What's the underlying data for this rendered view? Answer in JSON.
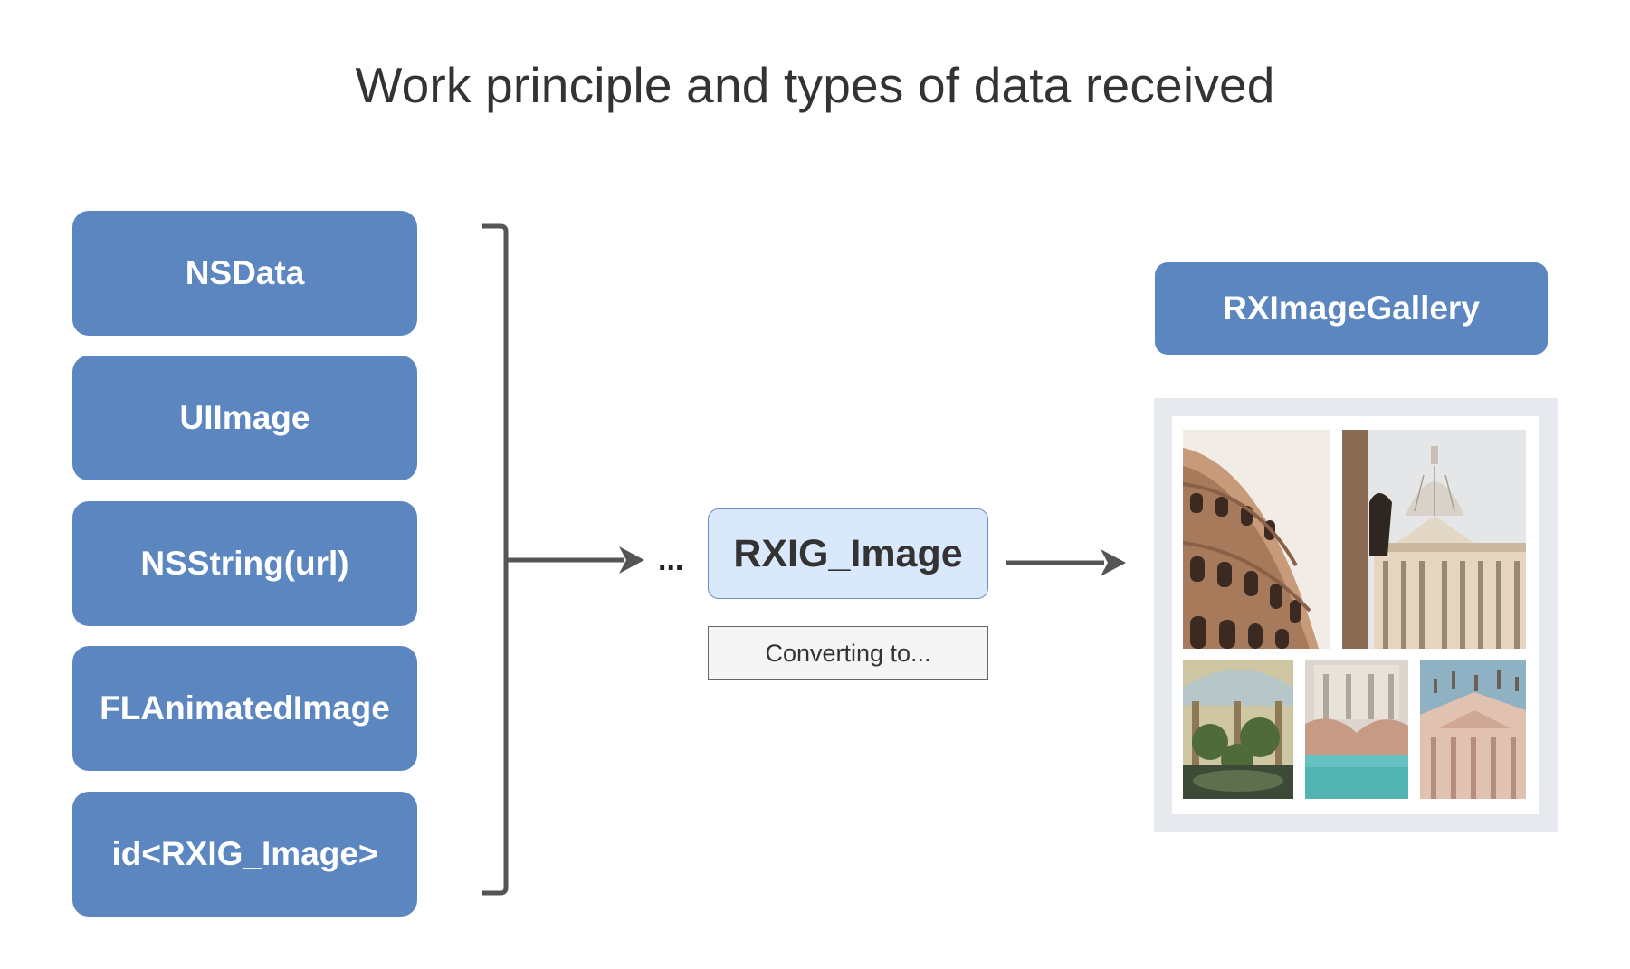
{
  "title": "Work principle and types of data received",
  "input_types": [
    {
      "label": "NSData"
    },
    {
      "label": "UIImage"
    },
    {
      "label": "NSString(url)"
    },
    {
      "label": "FLAnimatedImage"
    },
    {
      "label": "id<RXIG_Image>"
    }
  ],
  "ellipsis": "...",
  "target_type": {
    "label": "RXIG_Image"
  },
  "converting_label": "Converting to...",
  "gallery": {
    "label": "RXImageGallery"
  },
  "colors": {
    "input_box": "#5b86bf",
    "target_box_fill": "#dae8fc",
    "target_box_border": "#6c8ebf",
    "connector": "#555555",
    "gallery_frame": "#e6e9ed"
  }
}
